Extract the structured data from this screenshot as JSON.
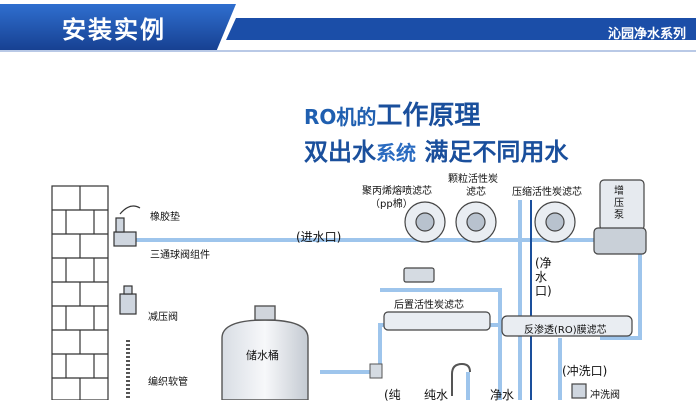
{
  "header": {
    "title": "安装实例",
    "series": "沁园净水系列"
  },
  "diagram": {
    "title_line1_prefix": "RO机的",
    "title_line1_main": "工作原理",
    "title_line2_main": "双出水",
    "title_line2_small": "系统",
    "title_line2_end": " 满足不同用水",
    "parts": {
      "rubber_gasket": "橡胶垫",
      "three_way_valve": "三通球阀组件",
      "pressure_reducer": "减压阀",
      "braided_hose": "编织软管",
      "storage_tank": "储水桶",
      "pp_filter_line1": "聚丙烯熔喷滤芯",
      "pp_filter_line2": "（pp棉）",
      "granular_carbon_line1": "颗粒活性炭",
      "granular_carbon_line2": "滤芯",
      "compressed_carbon": "压缩活性炭滤芯",
      "booster_pump": "增压泵",
      "post_carbon": "后置活性炭滤芯",
      "ro_membrane": "反渗透(RO)膜滤芯",
      "flush_valve": "冲洗阀"
    },
    "flows": {
      "inlet": "(进水口)",
      "clean_outlet": "(净水口)",
      "flush_outlet": "(冲洗口)",
      "pure_left": "(纯",
      "pure_water": "纯水",
      "clean_water": "净水"
    }
  },
  "colors": {
    "header_blue": "#1b4ea8",
    "pipe_blue": "#9ec5ec",
    "title_blue": "#1a4f9c"
  }
}
